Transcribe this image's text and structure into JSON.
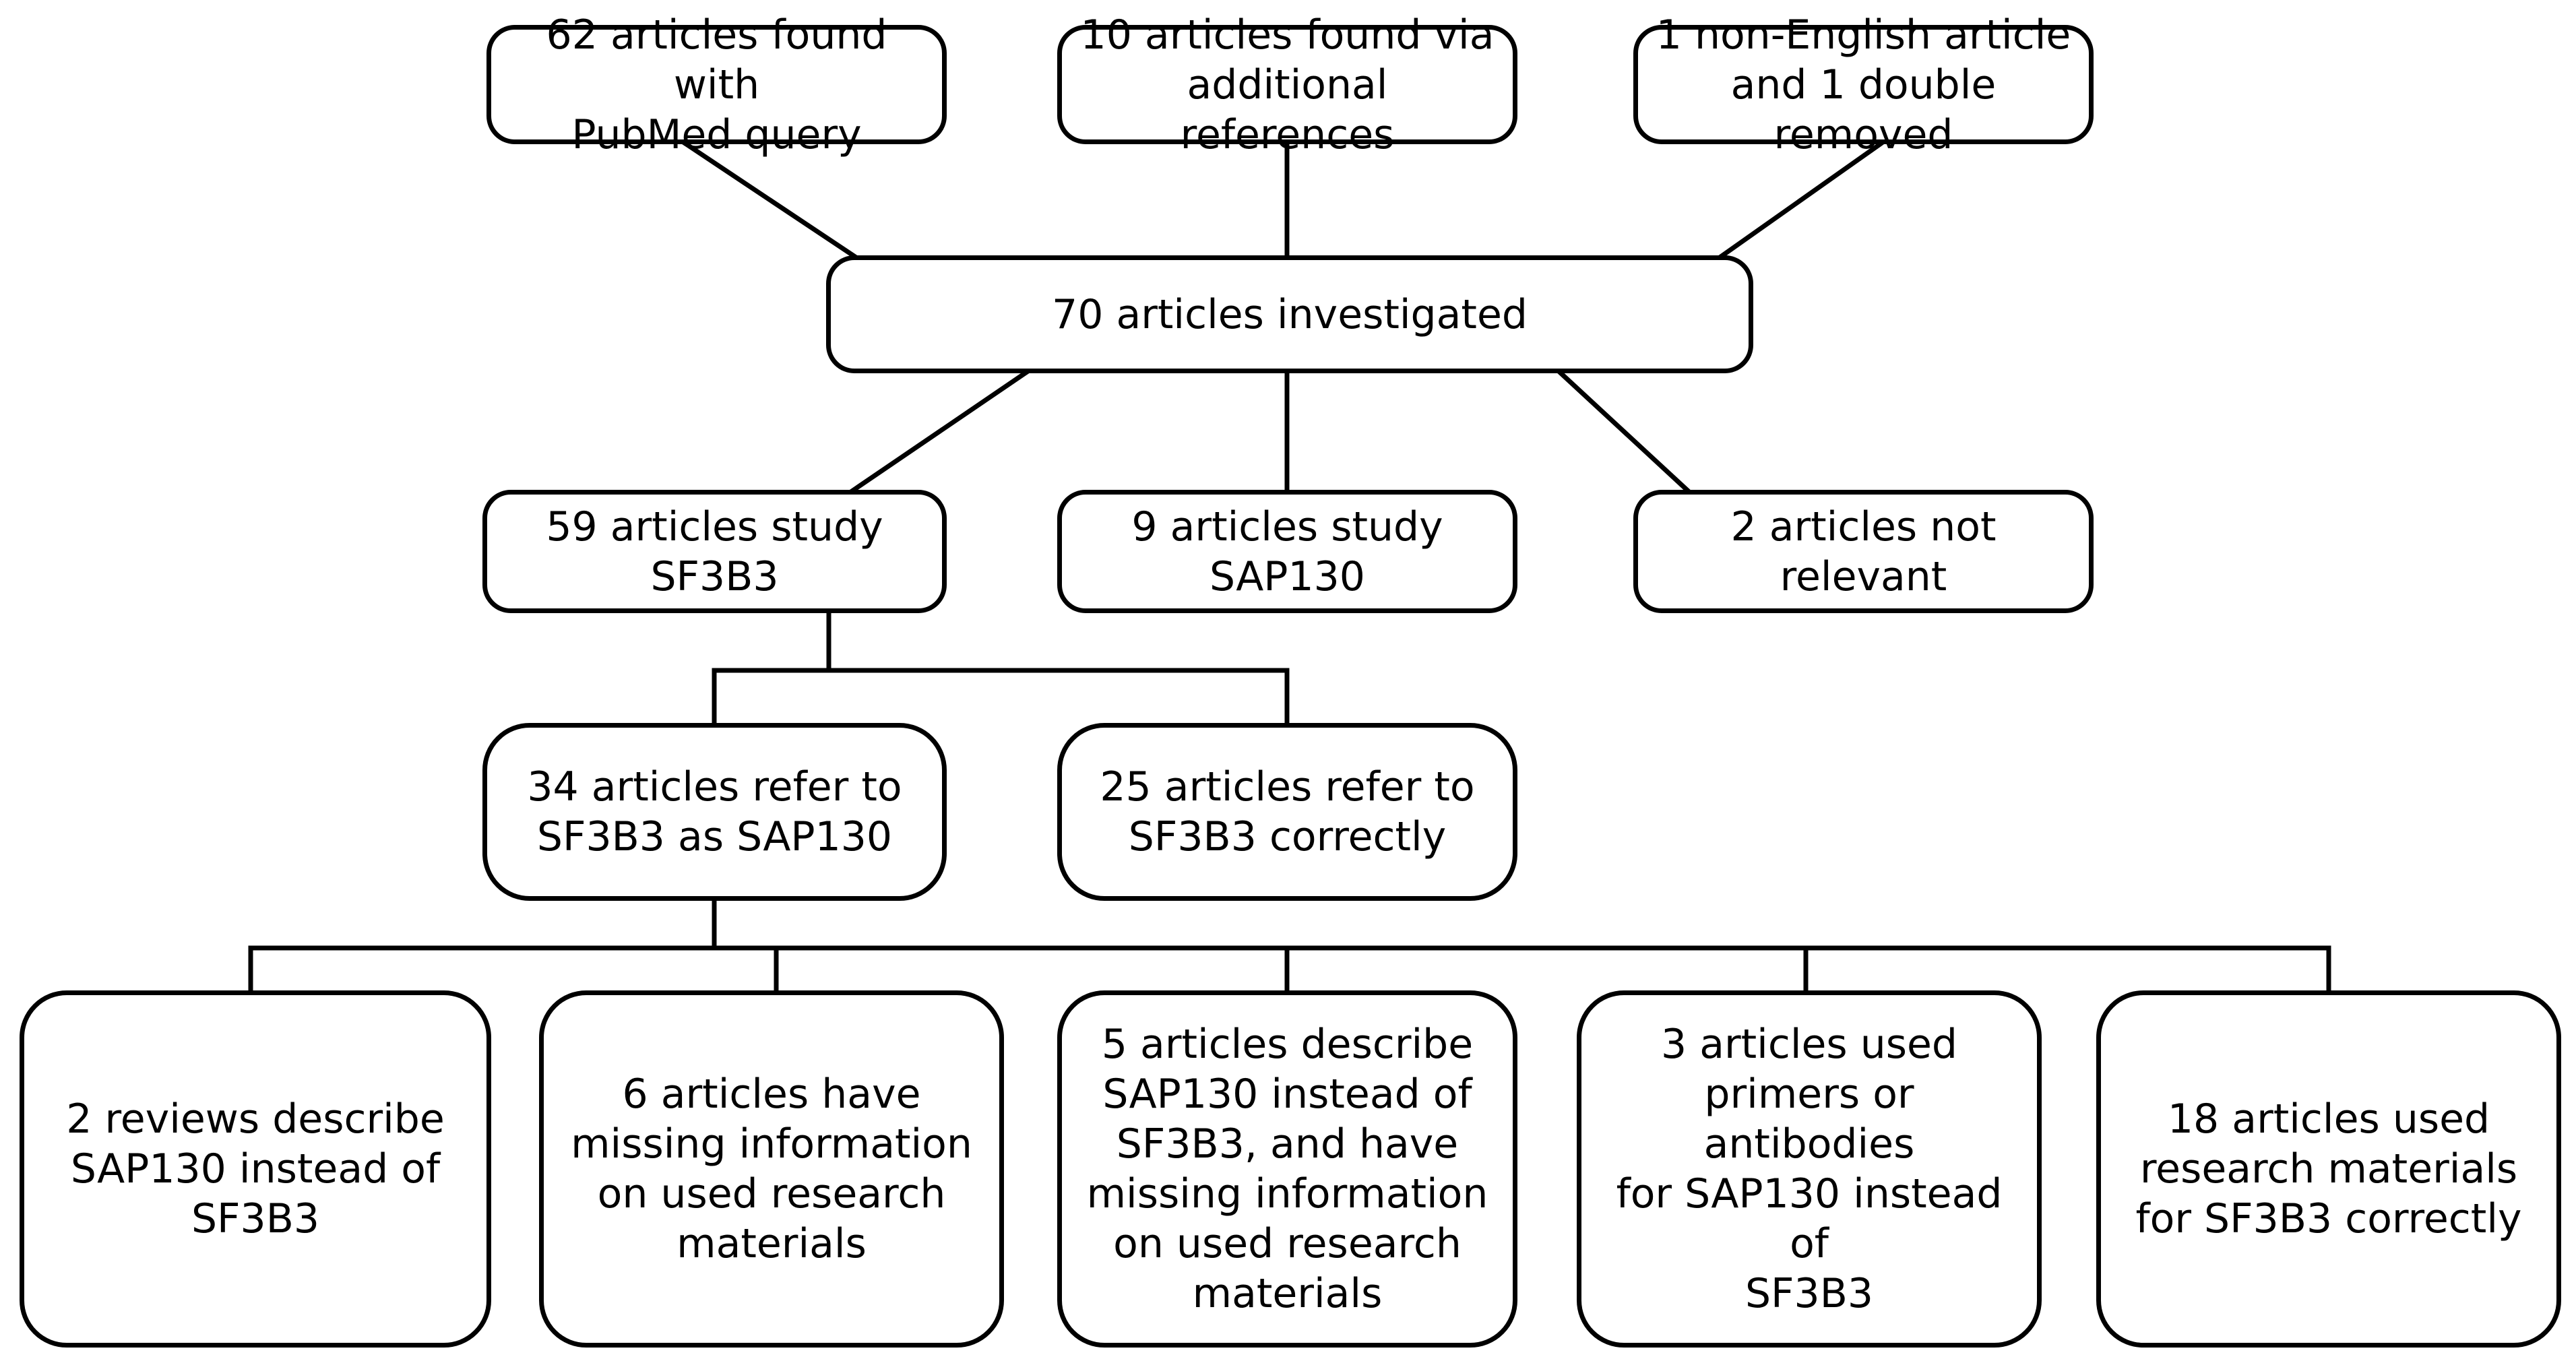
{
  "sources": [
    {
      "text": "62 articles found with\nPubMed query"
    },
    {
      "text": "10 articles found via\nadditional references"
    },
    {
      "text": "1 non-English article\nand 1 double removed"
    }
  ],
  "investigated": {
    "text": "70 articles investigated"
  },
  "studies": [
    {
      "text": "59 articles study SF3B3"
    },
    {
      "text": "9 articles study SAP130"
    },
    {
      "text": "2 articles not relevant"
    }
  ],
  "references": [
    {
      "text": "34 articles refer to\nSF3B3 as SAP130"
    },
    {
      "text": "25 articles refer to\nSF3B3 correctly"
    }
  ],
  "outcomes": [
    {
      "text": "2 reviews describe\nSAP130 instead of\nSF3B3"
    },
    {
      "text": "6 articles have\nmissing information\non used research\nmaterials"
    },
    {
      "text": "5 articles describe\nSAP130 instead of\nSF3B3, and have\nmissing information\non used research\nmaterials"
    },
    {
      "text": "3 articles used\nprimers or antibodies\nfor SAP130 instead of\nSF3B3"
    },
    {
      "text": "18 articles used\nresearch materials\nfor SF3B3 correctly"
    }
  ]
}
